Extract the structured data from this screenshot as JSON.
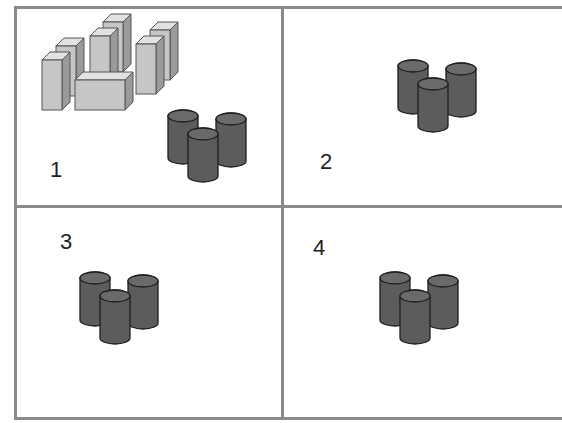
{
  "diagram": {
    "nodes": [
      {
        "text": [
          "1"
        ]
      },
      {
        "text": [
          "2"
        ]
      },
      {
        "text": [
          "3"
        ]
      },
      {
        "text": [
          "4"
        ]
      }
    ]
  }
}
